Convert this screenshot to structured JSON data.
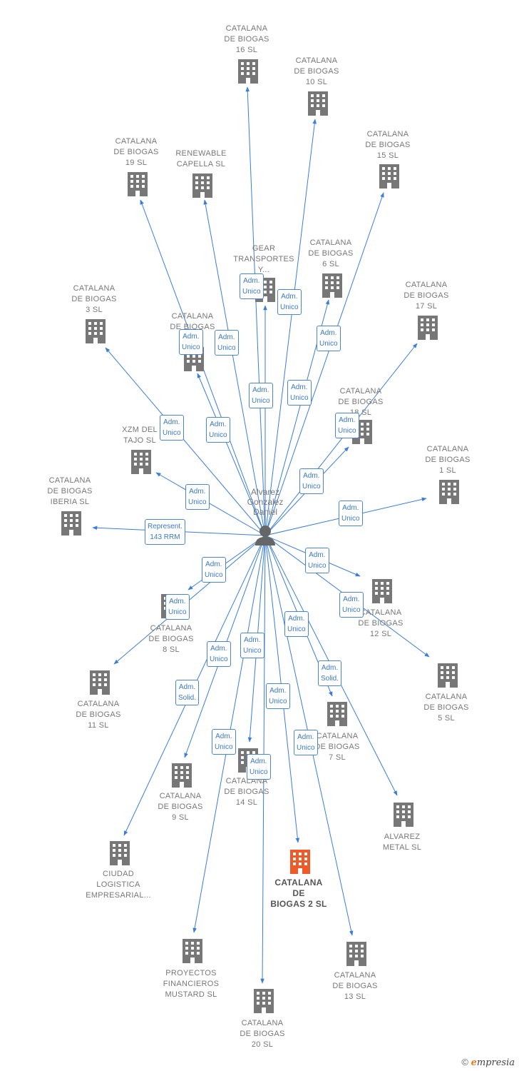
{
  "colors": {
    "line": "#3b7dd8",
    "building": "#777777",
    "highlight": "#f05a28",
    "person": "#666666"
  },
  "person": {
    "name": "Alvarez\nGonzalez\nDaniel",
    "icon": "person-icon"
  },
  "nodes": [
    {
      "id": "n16",
      "label": "CATALANA\nDE BIOGAS\n16  SL"
    },
    {
      "id": "n10",
      "label": "CATALANA\nDE BIOGAS\n10  SL"
    },
    {
      "id": "n15",
      "label": "CATALANA\nDE BIOGAS\n15  SL"
    },
    {
      "id": "n19",
      "label": "CATALANA\nDE BIOGAS\n19  SL"
    },
    {
      "id": "renew",
      "label": "RENEWABLE\nCAPELLA  SL"
    },
    {
      "id": "gear",
      "label": "GEAR\nTRANSPORTES\nY..."
    },
    {
      "id": "n6",
      "label": "CATALANA\nDE BIOGAS\n6  SL"
    },
    {
      "id": "n3",
      "label": "CATALANA\nDE BIOGAS\n3  SL"
    },
    {
      "id": "n17",
      "label": "CATALANA\nDE BIOGAS\n17  SL"
    },
    {
      "id": "nX",
      "label": "CATALANA\nDE BIOGAS"
    },
    {
      "id": "n18",
      "label": "CATALANA\nDE BIOGAS\n18  SL"
    },
    {
      "id": "xzm",
      "label": "XZM DEL\nTAJO SL"
    },
    {
      "id": "n1",
      "label": "CATALANA\nDE BIOGAS\n1  SL"
    },
    {
      "id": "iberia",
      "label": "CATALANA\nDE BIOGAS\nIBERIA  SL"
    },
    {
      "id": "n12",
      "label": "CATALANA\nDE BIOGAS\n12  SL"
    },
    {
      "id": "n8",
      "label": "CATALANA\nDE BIOGAS\n8  SL"
    },
    {
      "id": "n5",
      "label": "CATALANA\nDE BIOGAS\n5  SL"
    },
    {
      "id": "n11",
      "label": "CATALANA\nDE BIOGAS\n11  SL"
    },
    {
      "id": "n7",
      "label": "CATALANA\nDE BIOGAS\n7  SL"
    },
    {
      "id": "n9",
      "label": "CATALANA\nDE BIOGAS\n9  SL"
    },
    {
      "id": "n14",
      "label": "CATALANA\nDE BIOGAS\n14  SL"
    },
    {
      "id": "alvmetal",
      "label": "ALVAREZ\nMETAL  SL"
    },
    {
      "id": "n2",
      "label": "CATALANA\nDE\nBIOGAS 2  SL",
      "highlight": true
    },
    {
      "id": "ciudad",
      "label": "CIUDAD\nLOGISTICA\nEMPRESARIAL..."
    },
    {
      "id": "proy",
      "label": "PROYECTOS\nFINANCIEROS\nMUSTARD  SL"
    },
    {
      "id": "n13",
      "label": "CATALANA\nDE BIOGAS\n13  SL"
    },
    {
      "id": "n20",
      "label": "CATALANA\nDE BIOGAS\n20  SL"
    }
  ],
  "edges": [
    {
      "to": "n16",
      "label": "Adm.\nUnico"
    },
    {
      "to": "n10",
      "label": "Adm.\nUnico"
    },
    {
      "to": "n15",
      "label": "Adm.\nUnico"
    },
    {
      "to": "n19",
      "label": "Adm.\nUnico"
    },
    {
      "to": "renew",
      "label": "Adm.\nUnico"
    },
    {
      "to": "gear",
      "label": "Adm.\nUnico"
    },
    {
      "to": "n6",
      "label": "Adm.\nUnico"
    },
    {
      "to": "n3",
      "label": "Adm.\nUnico"
    },
    {
      "to": "n17",
      "label": "Adm.\nUnico"
    },
    {
      "to": "nX",
      "label": "Adm.\nUnico"
    },
    {
      "to": "n18",
      "label": "Adm.\nUnico"
    },
    {
      "to": "xzm",
      "label": "Adm.\nUnico"
    },
    {
      "to": "n1",
      "label": "Adm.\nUnico"
    },
    {
      "to": "iberia",
      "label": "Represent.\n143 RRM"
    },
    {
      "to": "n12",
      "label": "Adm.\nUnico"
    },
    {
      "to": "n8",
      "label": "Adm.\nUnico"
    },
    {
      "to": "n5",
      "label": "Adm.\nUnico"
    },
    {
      "to": "n11",
      "label": "Adm.\nUnico"
    },
    {
      "to": "n7",
      "label": "Adm.\nUnico"
    },
    {
      "to": "n9",
      "label": "Adm.\nUnico"
    },
    {
      "to": "n14",
      "label": "Adm.\nUnico"
    },
    {
      "to": "alvmetal",
      "label": "Adm.\nSolid."
    },
    {
      "to": "n2",
      "label": "Adm.\nUnico"
    },
    {
      "to": "ciudad",
      "label": "Adm.\nSolid."
    },
    {
      "to": "proy",
      "label": "Adm.\nUnico"
    },
    {
      "to": "n13",
      "label": "Adm.\nUnico"
    },
    {
      "to": "n20",
      "label": "Adm.\nUnico"
    }
  ],
  "footer": {
    "copyright": "©",
    "brand_first": "e",
    "brand_rest": "mpresia"
  }
}
